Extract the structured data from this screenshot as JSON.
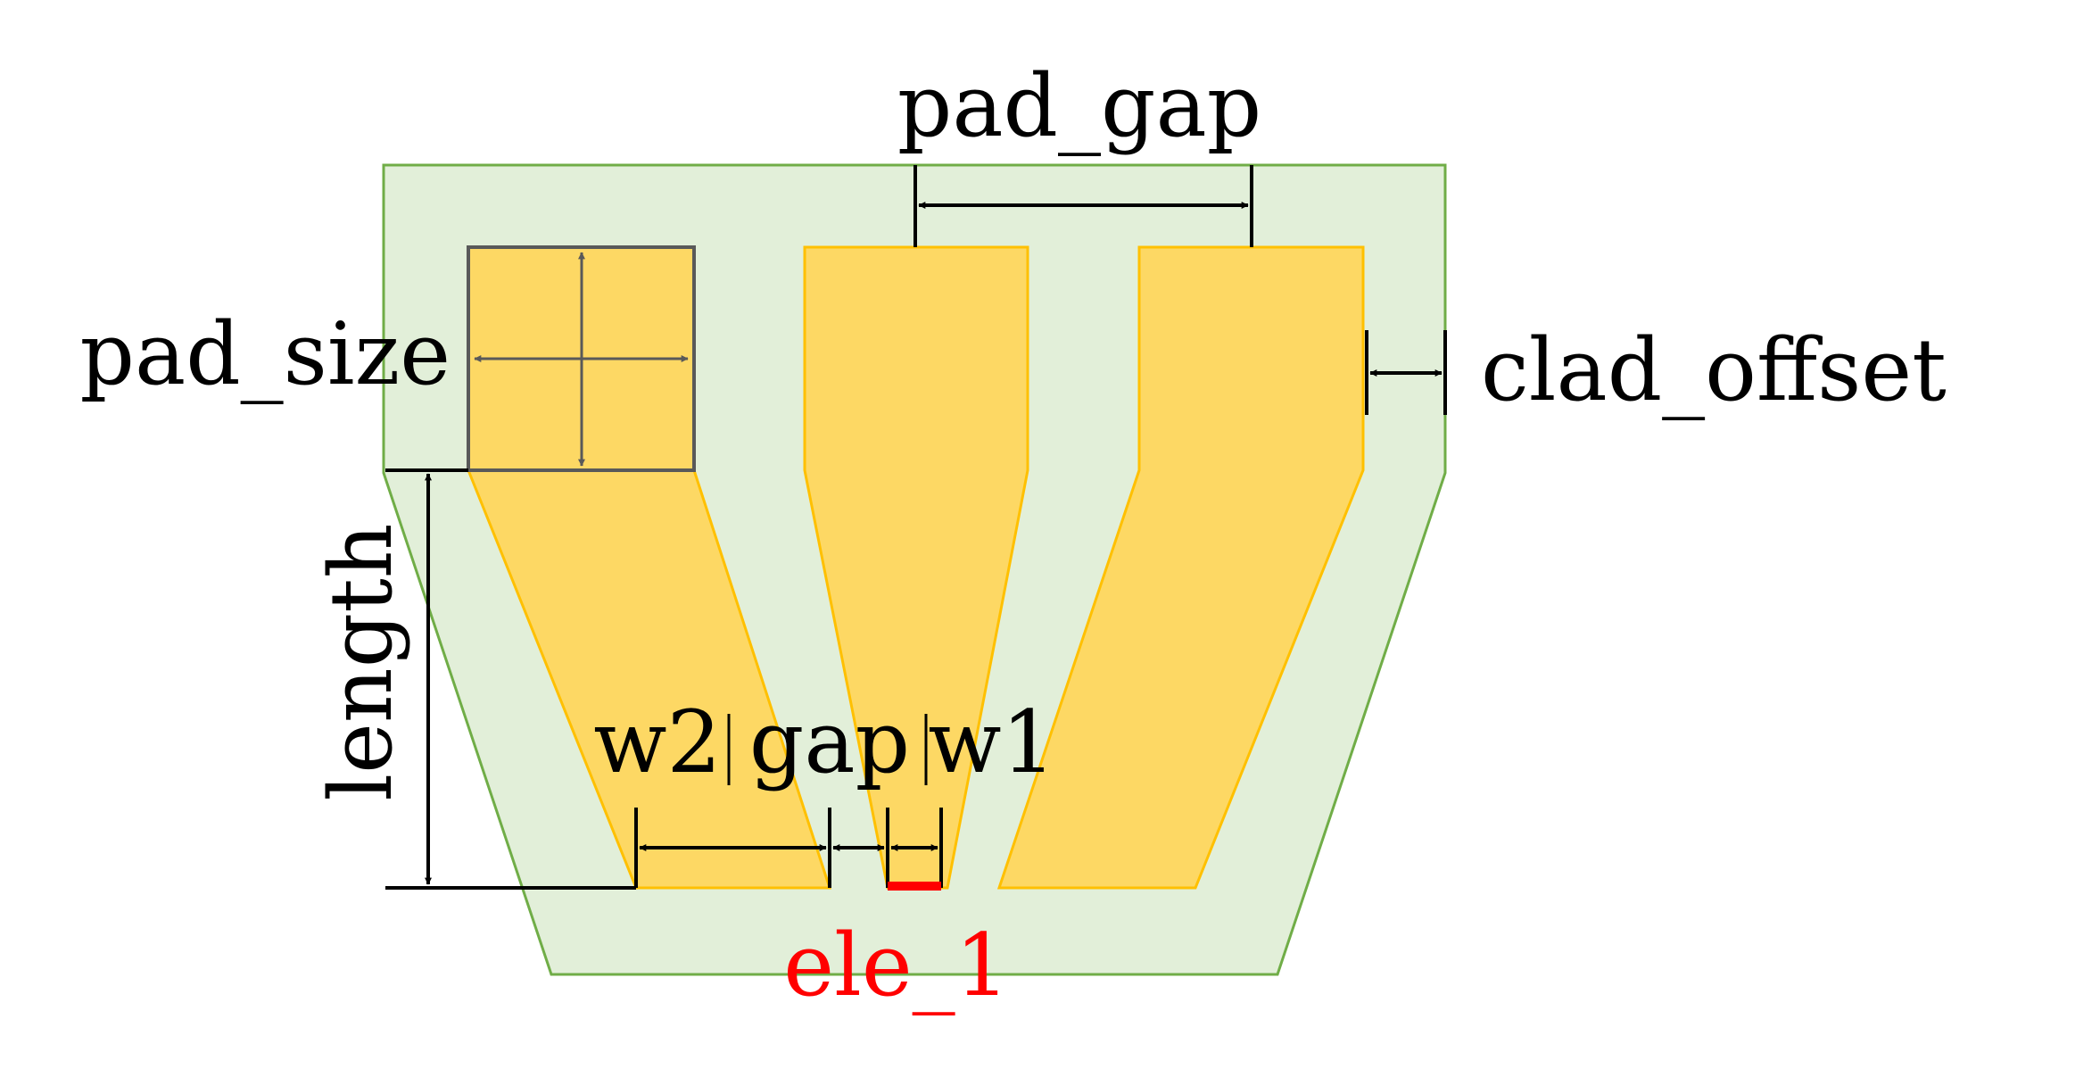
{
  "labels": {
    "pad_gap": "pad_gap",
    "pad_size": "pad_size",
    "clad_offset": "clad_offset",
    "length": "length",
    "w2": "w2",
    "gap": "gap",
    "w1": "w1",
    "ele": "ele_1"
  },
  "colors": {
    "cladding_fill": "#e2efd9",
    "cladding_stroke": "#70ad47",
    "pad_fill": "#fdd864",
    "pad_stroke": "#ffc000",
    "pad_size_stroke": "#595959",
    "dimension_line": "#000000",
    "size_arrow": "#595959",
    "electrode_marker": "#ff0000"
  }
}
